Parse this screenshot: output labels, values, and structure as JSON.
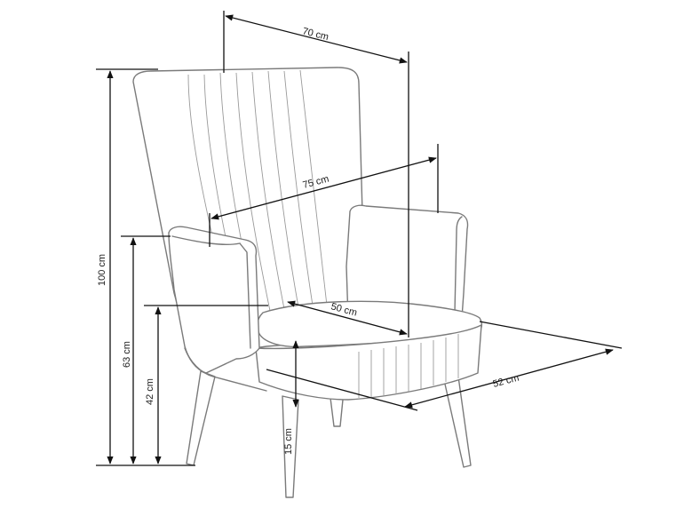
{
  "dimensions": {
    "width_top": "70 cm",
    "depth_overall": "75 cm",
    "height_total": "100 cm",
    "height_armrest": "63 cm",
    "height_seat": "42 cm",
    "seat_depth": "50 cm",
    "seat_width": "52 cm",
    "leg_height": "15 cm"
  },
  "colors": {
    "outline": "#7a7a7a",
    "dimension_line": "#111111"
  }
}
